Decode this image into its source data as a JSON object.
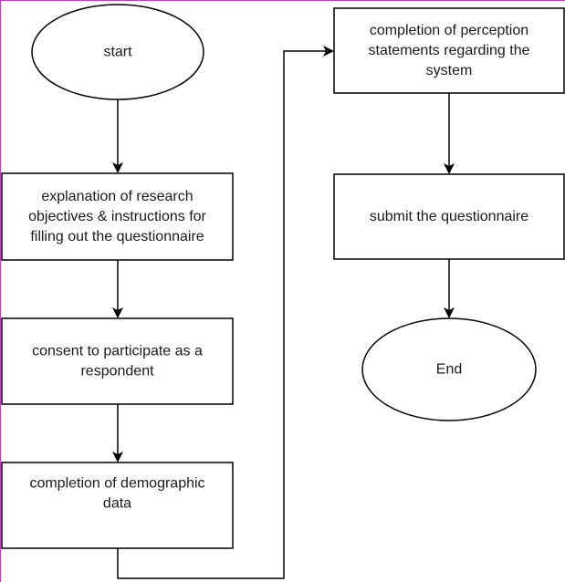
{
  "flowchart": {
    "nodes": [
      {
        "id": "start",
        "shape": "ellipse",
        "lines": [
          "start"
        ]
      },
      {
        "id": "explain",
        "shape": "rect",
        "lines": [
          "explanation of research",
          "objectives & instructions for",
          "filling out the questionnaire"
        ]
      },
      {
        "id": "consent",
        "shape": "rect",
        "lines": [
          "consent to participate as a",
          "respondent"
        ]
      },
      {
        "id": "demographic",
        "shape": "rect",
        "lines": [
          "completion of demographic",
          "data"
        ]
      },
      {
        "id": "perception",
        "shape": "rect",
        "lines": [
          "completion of perception",
          "statements regarding the",
          "system"
        ]
      },
      {
        "id": "submit",
        "shape": "rect",
        "lines": [
          "submit the questionnaire"
        ]
      },
      {
        "id": "end",
        "shape": "ellipse",
        "lines": [
          "End"
        ]
      }
    ],
    "edges": [
      {
        "from": "start",
        "to": "explain"
      },
      {
        "from": "explain",
        "to": "consent"
      },
      {
        "from": "consent",
        "to": "demographic"
      },
      {
        "from": "demographic",
        "to": "perception"
      },
      {
        "from": "perception",
        "to": "submit"
      },
      {
        "from": "submit",
        "to": "end"
      }
    ],
    "colors": {
      "stroke": "#000000",
      "text": "#1a1a1a",
      "frame_accent": "#c040c0"
    }
  }
}
